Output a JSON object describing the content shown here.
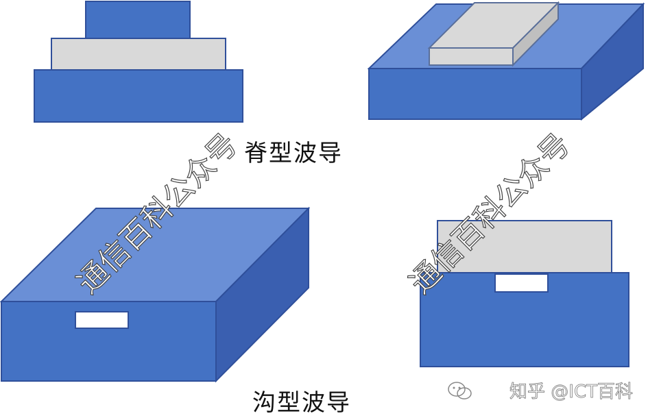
{
  "captions": {
    "ridge": "脊型波导",
    "groove": "沟型波导"
  },
  "watermark": {
    "text": "通信百科公众号"
  },
  "brand": {
    "icon": "wechat-icon",
    "text": "知乎 @ICT百科"
  },
  "colors": {
    "front_blue": "#4472c4",
    "top_blue": "#6a8fd6",
    "side_blue": "#3a5fb0",
    "outline": "#2f4f9a",
    "ridge_gray": "#d9d9d9",
    "ridge_outline": "#5a6f9a"
  }
}
